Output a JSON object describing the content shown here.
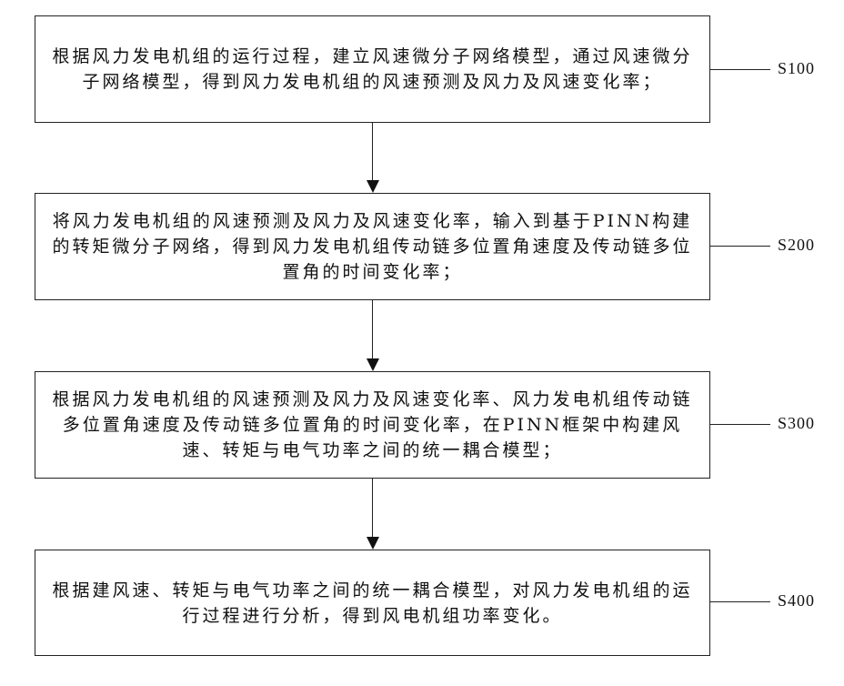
{
  "steps": [
    {
      "id": "S100",
      "label": "S100",
      "text": "根据风力发电机组的运行过程，建立风速微分子网络模型，通过风速微分子网络模型，得到风力发电机组的风速预测及风力及风速变化率；"
    },
    {
      "id": "S200",
      "label": "S200",
      "text": "将风力发电机组的风速预测及风力及风速变化率，输入到基于PINN构建的转矩微分子网络，得到风力发电机组传动链多位置角速度及传动链多位置角的时间变化率；"
    },
    {
      "id": "S300",
      "label": "S300",
      "text": "根据风力发电机组的风速预测及风力及风速变化率、风力发电机组传动链多位置角速度及传动链多位置角的时间变化率，在PINN框架中构建风速、转矩与电气功率之间的统一耦合模型；"
    },
    {
      "id": "S400",
      "label": "S400",
      "text": "根据建风速、转矩与电气功率之间的统一耦合模型，对风力发电机组的运行过程进行分析，得到风电机组功率变化。"
    }
  ]
}
